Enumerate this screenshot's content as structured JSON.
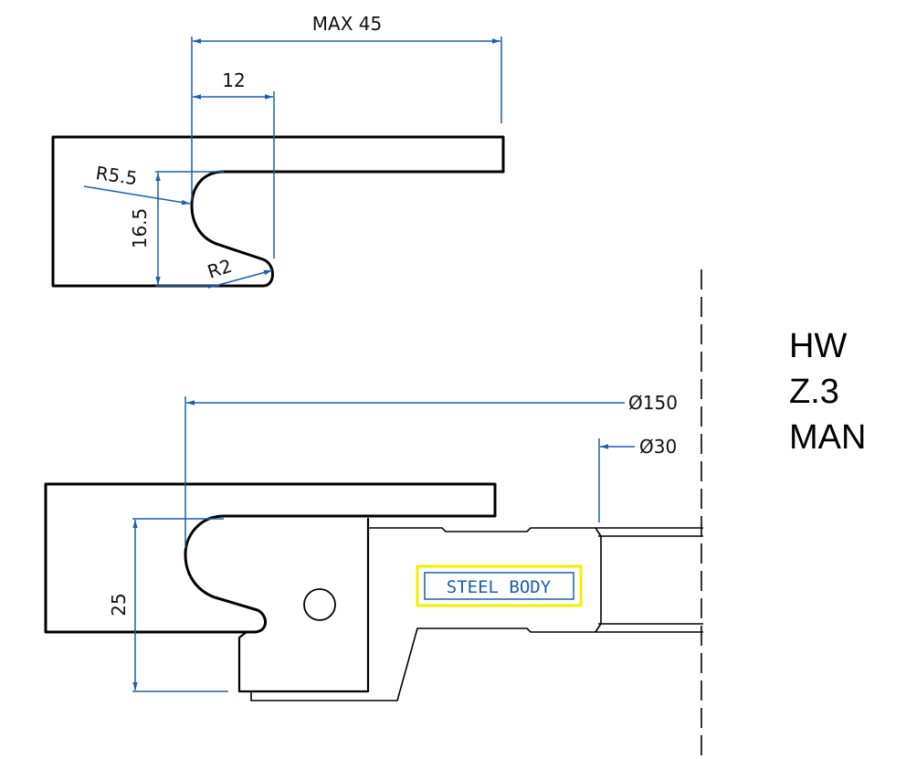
{
  "top_view": {
    "dimensions": {
      "max_width": "MAX 45",
      "width": "12",
      "height": "16.5",
      "radius_large": "R5.5",
      "radius_small": "R2"
    }
  },
  "bottom_view": {
    "dimensions": {
      "outer_diameter": "Ø150",
      "bore_diameter": "Ø30",
      "height": "25"
    },
    "material_label": "STEEL BODY"
  },
  "notes": [
    "HW",
    "Z.3",
    "MAN"
  ],
  "colors": {
    "dimension": "#1a5fb0",
    "highlight": "#f5f000",
    "outline": "#000000"
  }
}
